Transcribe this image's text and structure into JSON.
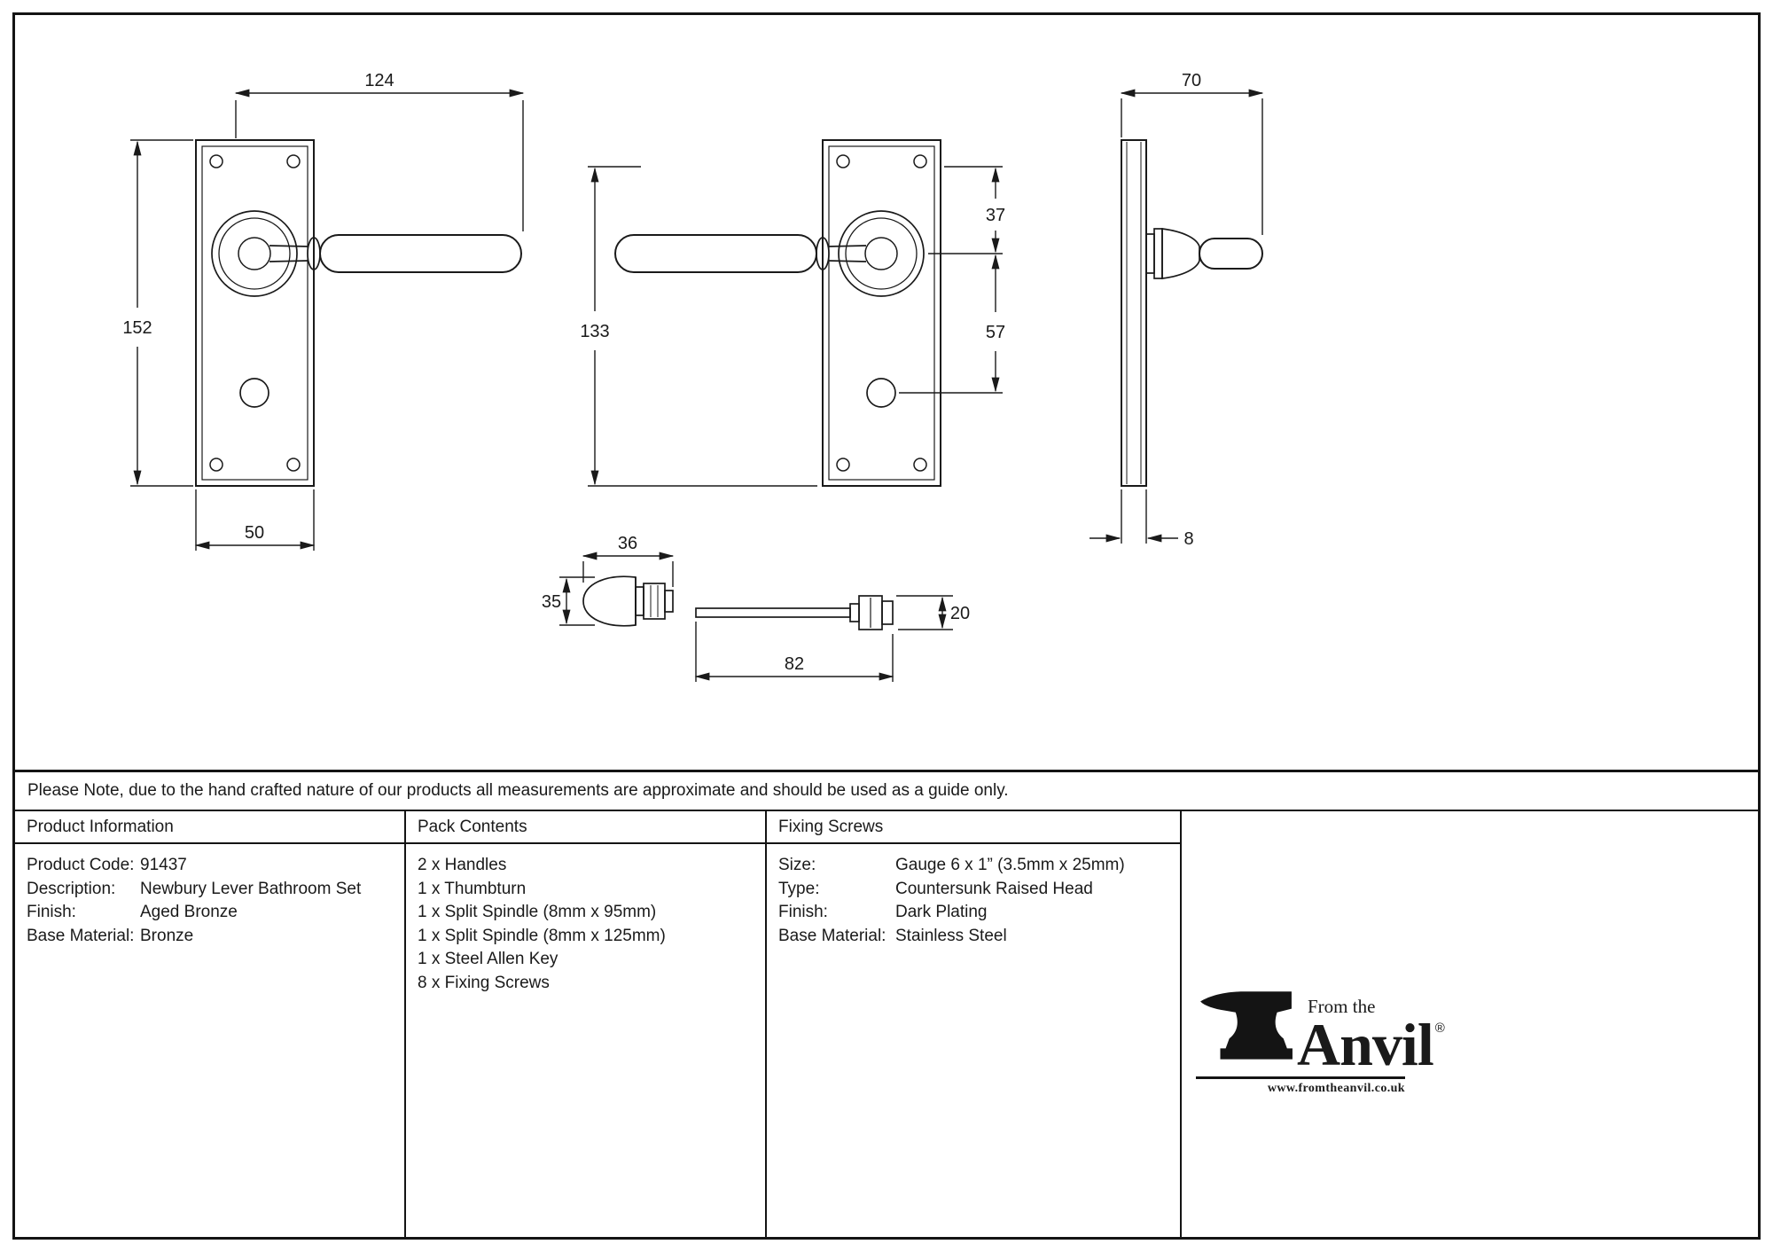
{
  "note": "Please Note, due to the hand crafted nature of our products all measurements are approximate and should be used as a guide only.",
  "dimensions": {
    "front_view": {
      "overall_length": "124",
      "plate_height": "152",
      "plate_width": "50"
    },
    "reverse_view": {
      "overall_height": "133",
      "top_to_spindle": "37",
      "spindle_to_turn": "57"
    },
    "side_view": {
      "projection": "70",
      "plate_thickness": "8"
    },
    "thumbturn": {
      "knob_width": "36",
      "knob_height": "35",
      "spindle_length": "82",
      "connector_height": "20"
    }
  },
  "table": {
    "product_information": {
      "header": "Product Information",
      "rows": [
        {
          "label": "Product Code:",
          "value": "91437"
        },
        {
          "label": "Description:",
          "value": "Newbury Lever Bathroom Set"
        },
        {
          "label": "Finish:",
          "value": "Aged Bronze"
        },
        {
          "label": "Base Material:",
          "value": "Bronze"
        }
      ]
    },
    "pack_contents": {
      "header": "Pack Contents",
      "items": [
        "2 x Handles",
        "1 x Thumbturn",
        "1 x Split Spindle (8mm x 95mm)",
        "1 x Split Spindle (8mm x 125mm)",
        "1 x Steel Allen Key",
        "8 x Fixing Screws"
      ]
    },
    "fixing_screws": {
      "header": "Fixing Screws",
      "rows": [
        {
          "label": "Size:",
          "value": "Gauge 6 x 1” (3.5mm x 25mm)"
        },
        {
          "label": "Type:",
          "value": "Countersunk Raised Head"
        },
        {
          "label": "Finish:",
          "value": "Dark Plating"
        },
        {
          "label": "Base Material:",
          "value": "Stainless Steel"
        }
      ]
    }
  },
  "logo": {
    "tagline": "From the",
    "name": "Anvil",
    "registered": "®",
    "url": "www.fromtheanvil.co.uk"
  }
}
